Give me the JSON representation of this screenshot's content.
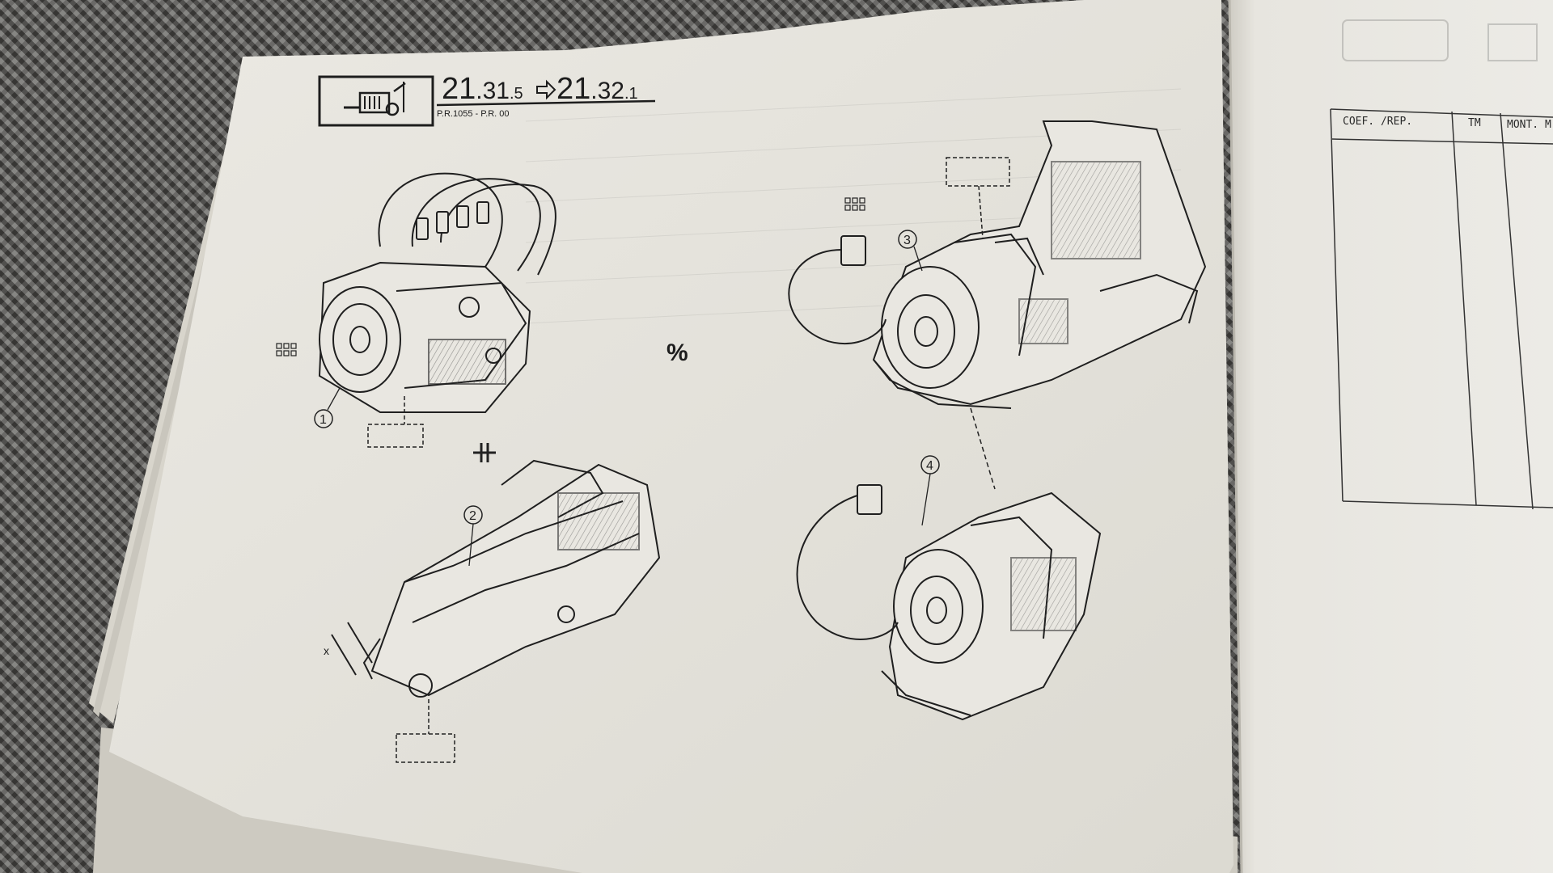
{
  "left_page": {
    "header": {
      "icon_name": "transmission-icon",
      "code_from_main": "21",
      "code_from_sub": ".31",
      "code_from_minor": ".5",
      "arrow_name": "arrow-right-icon",
      "code_to_main": "21",
      "code_to_sub": ".32",
      "code_to_minor": ".1",
      "reference": "P.R.1055 - P.R.  00"
    },
    "callouts": [
      "1",
      "2",
      "3",
      "4"
    ],
    "symbols": {
      "percent": "%",
      "x_marker": "x"
    }
  },
  "right_page": {
    "table": {
      "columns": [
        "COEF. /REP.",
        "TM",
        "MONT. M"
      ]
    }
  },
  "colors": {
    "paper": "#e6e4dd",
    "ink": "#1d1d1d",
    "mat": "#5b5a57"
  }
}
